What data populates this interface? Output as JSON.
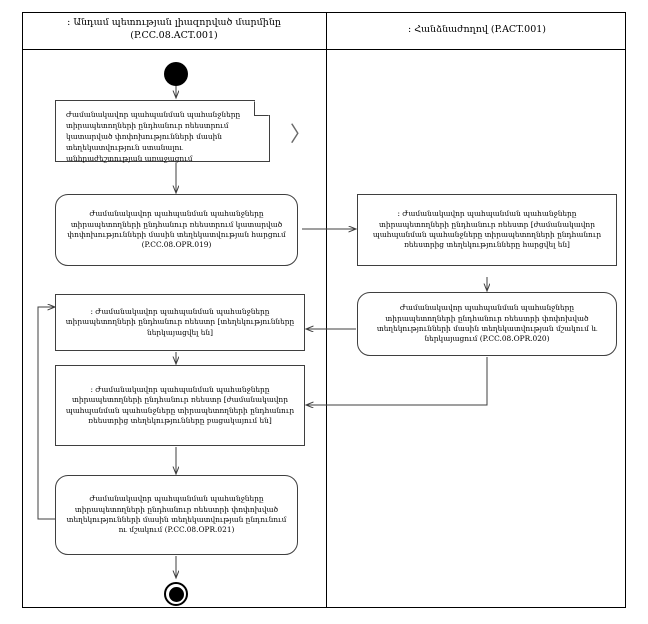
{
  "diagram": {
    "type": "uml-activity-diagram",
    "language": "hy",
    "lanes": [
      {
        "id": "left",
        "title": ": Անդամ պետության լիազորված մարմինը",
        "code": "(P.CC.08.ACT.001)"
      },
      {
        "id": "right",
        "title": ": Հանձնաժողով (P.ACT.001)",
        "code": ""
      }
    ]
  },
  "nodes": {
    "start": {
      "name": "initial-node",
      "lane": "left"
    },
    "note1": {
      "lane": "left",
      "shape": "note",
      "text": "Ժամանակավոր պահպանման պահանջները տիրապետողների ընդհանուր ռեեստրում կատարված փոփոխությունների մասին տեղեկատվություն ստանալու անհրաժեշտության առաջացում"
    },
    "act_019": {
      "lane": "left",
      "shape": "activity",
      "text": "Ժամանակավոր պահպանման պահանջները տիրապետողների ընդհանուր ռեեստրում կատարված փոփոխությունների մասին տեղեկատվության հարցում (P.CC.08.OPR.019)"
    },
    "state_right_1": {
      "lane": "right",
      "shape": "state",
      "text": ": Ժամանակավոր պահպանման պահանջները տիրապետողների ընդհանուր ռեեստր [ժամանակավոր պահպանման պահանջները տիրապետողների ընդհանուր ռեեստրից տեղեկությունները հարցվել են]"
    },
    "act_020": {
      "lane": "right",
      "shape": "activity",
      "text": "Ժամանակավոր պահպանման պահանջները տիրապետողների ընդհանուր ռեեստրի փոփոխված տեղեկությունների մասին տեղեկատվության մշակում և ներկայացում (P.CC.08.OPR.020)"
    },
    "state_left_1": {
      "lane": "left",
      "shape": "state",
      "text": ": Ժամանակավոր պահպանման պահանջները տիրապետողների ընդհանուր ռեեստր [տեղեկությունները ներկայացվել են]"
    },
    "state_left_2": {
      "lane": "left",
      "shape": "state",
      "text": ": Ժամանակավոր պահպանման պահանջները տիրապետողների ընդհանուր ռեեստր [ժամանակավոր պահպանման պահանջները տիրապետողների ընդհանուր ռեեստրից տեղեկությունները բացակայում են]"
    },
    "act_021": {
      "lane": "left",
      "shape": "activity",
      "text": "Ժամանակավոր պահպանման պահանջները տիրապետողների ընդհանուր ռեեստրի փոփոխված տեղեկությունների մասին տեղեկատվության ընդունում ու մշակում (P.CC.08.OPR.021)"
    },
    "end": {
      "name": "final-node",
      "lane": "left"
    }
  },
  "markers": {
    "chevron": "〉"
  },
  "colors": {
    "background": "#ffffff",
    "line": "#3f3f3f",
    "frame": "#000000",
    "text": "#000000"
  }
}
